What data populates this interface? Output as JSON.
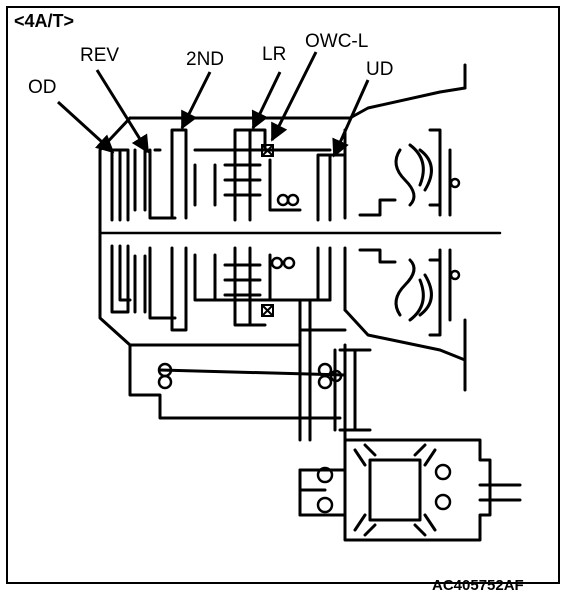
{
  "header": {
    "title": "<4A/T>"
  },
  "figure_code": "AC405752AF",
  "labels": {
    "od": "OD",
    "rev": "REV",
    "second": "2ND",
    "lr": "LR",
    "owc_l": "OWC-L",
    "ud": "UD"
  }
}
